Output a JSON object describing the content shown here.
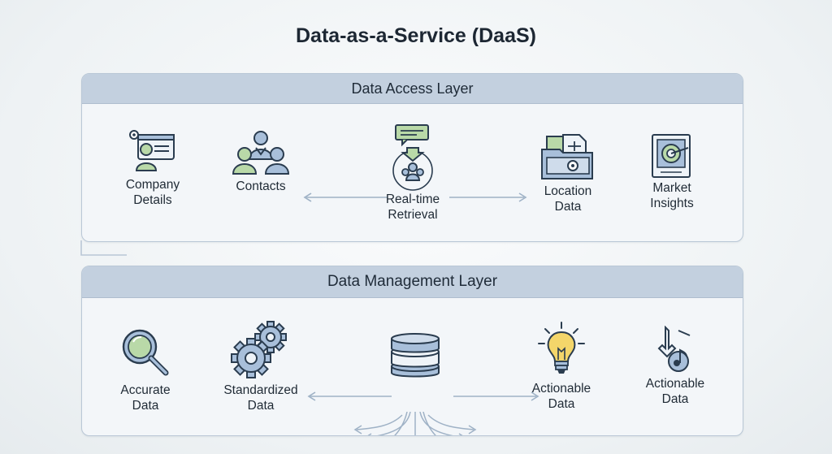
{
  "title": "Data-as-a-Service (DaaS)",
  "colors": {
    "icon_fill": "#a8bfda",
    "icon_stroke": "#2a3c4f",
    "accent_green": "#b9d9a8",
    "accent_yellow": "#f4d66a",
    "layer_header": "#c3d0df",
    "layer_border": "#b9c7d6",
    "arrow": "#9fb2c6"
  },
  "access_layer": {
    "title": "Data Access Layer",
    "items": [
      {
        "label_lines": [
          "Company",
          "Details"
        ],
        "icon": "company-profile-icon"
      },
      {
        "label_lines": [
          "Contacts"
        ],
        "icon": "contacts-group-icon"
      },
      {
        "label_lines": [
          "Real-time",
          "Retrieval"
        ],
        "icon": "realtime-retrieval-icon"
      },
      {
        "label_lines": [
          "Location",
          "Data"
        ],
        "icon": "location-folder-icon"
      },
      {
        "label_lines": [
          "Market",
          "Insights"
        ],
        "icon": "market-insights-icon"
      }
    ]
  },
  "management_layer": {
    "title": "Data Management Layer",
    "items": [
      {
        "label_lines": [
          "Accurate",
          "Data"
        ],
        "icon": "magnifier-icon"
      },
      {
        "label_lines": [
          "Standardized",
          "Data"
        ],
        "icon": "gears-icon"
      },
      {
        "label_lines": [],
        "icon": "database-icon"
      },
      {
        "label_lines": [
          "Actionable",
          "Data"
        ],
        "icon": "lightbulb-icon"
      },
      {
        "label_lines": [
          "Actionable",
          "Data"
        ],
        "icon": "music-note-icon"
      }
    ]
  }
}
